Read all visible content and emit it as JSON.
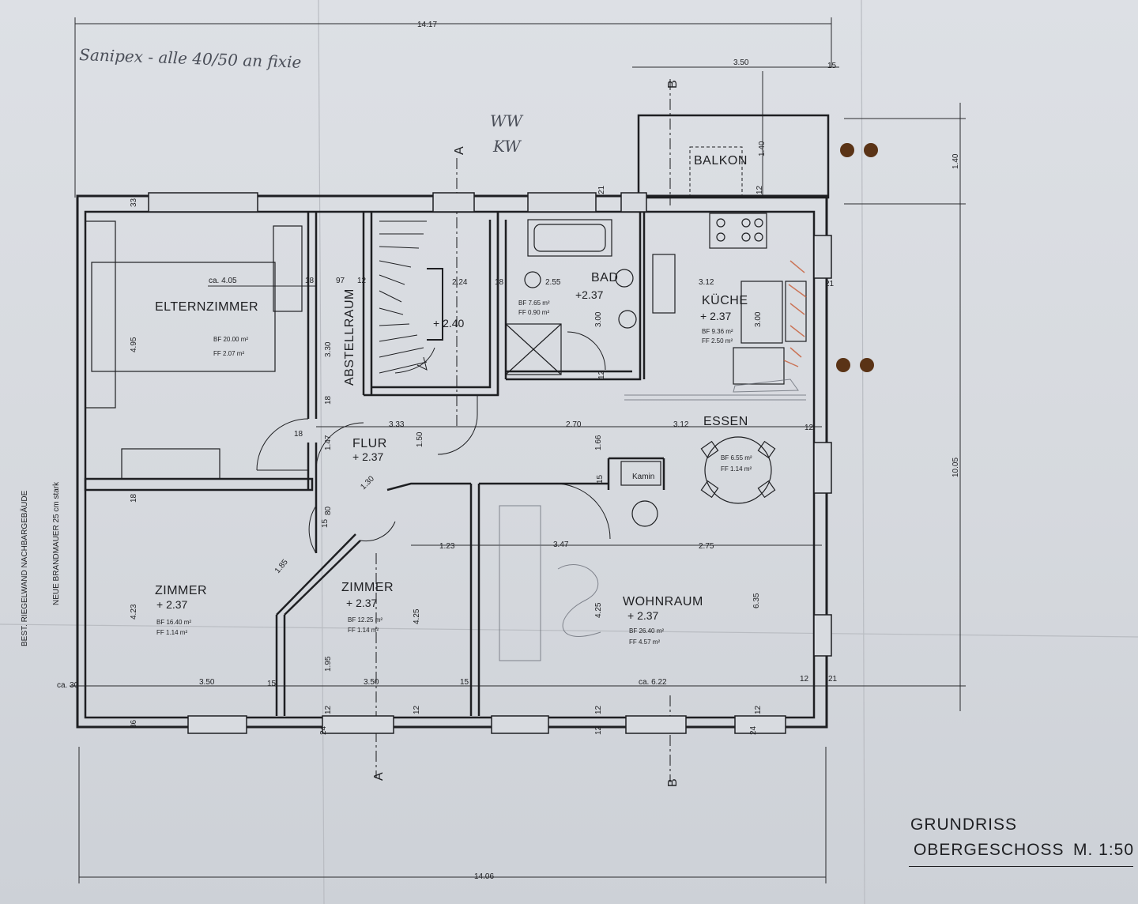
{
  "drawing": {
    "title_line1": "GRUNDRISS",
    "title_line2": "OBERGESCHOSS",
    "scale": "M. 1:50"
  },
  "handwritten_note": "Sanipex - alle 40/50 an fixie",
  "handwritten_marks": [
    "WW",
    "KW"
  ],
  "wall_labels": [
    "BEST. RIEGELWAND NACHBARGEBÄUDE",
    "NEUE BRANDMAUER 25 cm stark"
  ],
  "section_marks": [
    "A",
    "A",
    "B",
    "B"
  ],
  "rooms": [
    {
      "name": "ELTERNZIMMER",
      "bf": "BF 20.00 m²",
      "ff": "FF 2.07 m²"
    },
    {
      "name": "ABSTELLRAUM"
    },
    {
      "level": "+ 2.40"
    },
    {
      "name": "BAD",
      "level": "+2.37",
      "bf": "BF 7.65 m²",
      "ff": "FF 0.90 m²"
    },
    {
      "name": "KÜCHE",
      "level": "+ 2.37",
      "bf": "BF 9.36 m²",
      "ff": "FF 2.50 m²"
    },
    {
      "name": "BALKON"
    },
    {
      "name": "FLUR",
      "level": "+ 2.37"
    },
    {
      "name": "ESSEN",
      "bf": "BF 6.55 m²",
      "ff": "FF 1.14 m²"
    },
    {
      "name": "ZIMMER",
      "level": "+ 2.37",
      "bf": "BF 16.40 m²",
      "ff": "FF 1.14 m²"
    },
    {
      "name": "ZIMMER",
      "level": "+ 2.37",
      "bf": "BF 12.25 m²",
      "ff": "FF 1.14 m²"
    },
    {
      "name": "WOHNRAUM",
      "level": "+ 2.37",
      "bf": "BF 26.40 m²",
      "ff": "FF 4.57 m²"
    },
    {
      "name": "Kamin"
    }
  ],
  "dimensions": {
    "overall_top": "14.17",
    "overall_bottom": "14.06",
    "balkon_width": "3.50",
    "balkon_depth": "1.40",
    "overall_depth": "10.05",
    "wall_15": "15",
    "eltern_width": "ca. 4.05",
    "eltern_depth": "4.95",
    "wall_18a": "18",
    "wall_97": "97",
    "wall_12a": "12",
    "abst_depth": "3.30",
    "stair_width": "2.24",
    "wall_18b": "18",
    "bad_width": "2.55",
    "bad_depth": "3.00",
    "kueche_width": "3.12",
    "kueche_depth": "3.00",
    "wall_21a": "21",
    "wall_21b": "21",
    "wall_12b": "12",
    "wall_12c": "12",
    "wall_12d": "12",
    "flur_width": "3.33",
    "mid_width": "2.70",
    "essen_width": "3.12",
    "flur_depth1": "1.47",
    "flur_depth2": "1.50",
    "essen_depth": "1.66",
    "wall_18c": "18",
    "wall_18d": "18",
    "wall_18e": "18",
    "wall_33": "33",
    "wall_15b": "15",
    "diag1": "1.30",
    "wall_80": "80",
    "wall_15c": "15",
    "diag2": "1.85",
    "z1_depth": "4.23",
    "z1_width": "3.50",
    "z2_width": "3.50",
    "z2_depth": "4.25",
    "z2_small": "1.95",
    "w_123": "1.23",
    "w_347": "3.47",
    "w_275": "2.75",
    "wohn_depth": "4.25",
    "wohn_depth2": "6.35",
    "wohn_width": "ca. 6.22",
    "ca30": "ca. 30",
    "wall_15d": "15",
    "wall_15e": "15",
    "wall_12e": "12",
    "wall_21c": "21",
    "wall_36": "36",
    "wall_24a": "24",
    "wall_12f": "12",
    "wall_12g": "12",
    "wall_12h": "12",
    "wall_24b": "24",
    "wall_12i": "12",
    "wall_12j": "12"
  },
  "colors": {
    "paper": "#d8dbe0",
    "ink": "#1e1f22",
    "pencil": "#4a4e58",
    "red_marker": "#c8623e",
    "punch_hole": "#5a3316"
  }
}
